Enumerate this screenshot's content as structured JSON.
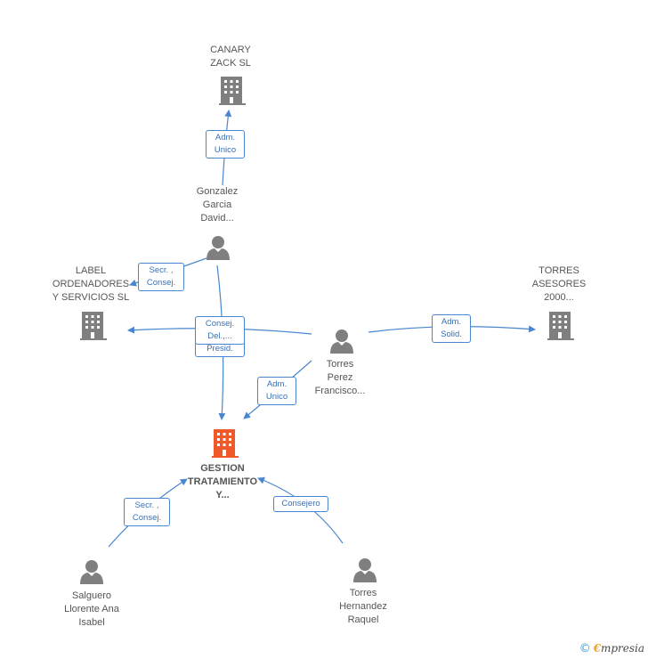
{
  "colors": {
    "edge": "#4a86d0",
    "icon_gray": "#7f7f7f",
    "icon_main": "#f05a28",
    "brand": "#f0a020"
  },
  "nodes": {
    "canary": {
      "label": "CANARY\nZACK SL",
      "kind": "building-icon"
    },
    "gonzalez": {
      "label": "Gonzalez\nGarcia\nDavid...",
      "kind": "person-icon"
    },
    "label_ord": {
      "label": "LABEL\nORDENADORES\nY SERVICIOS SL",
      "kind": "building-icon"
    },
    "torres_asesores": {
      "label": "TORRES\nASESORES\n2000...",
      "kind": "building-icon"
    },
    "torres_perez": {
      "label": "Torres\nPerez\nFrancisco...",
      "kind": "person-icon"
    },
    "gestion": {
      "label": "GESTION\nTRATAMIENTO\nY...",
      "kind": "building-icon"
    },
    "salguero": {
      "label": "Salguero\nLlorente Ana\nIsabel",
      "kind": "person-icon"
    },
    "torres_hernandez": {
      "label": "Torres\nHernandez\nRaquel",
      "kind": "person-icon"
    }
  },
  "edges": {
    "gonzalez_canary": "Adm.\nUnico",
    "gonzalez_label": "Secr. ,\nConsej.",
    "torres_label": "Consej.\nDel.,...",
    "gonzalez_gestion": "Presid.",
    "torres_asesores": "Adm.\nSolid.",
    "torres_gestion": "Adm.\nUnico",
    "salguero_gestion": "Secr. ,\nConsej.",
    "hernandez_gestion": "Consejero"
  },
  "footer": {
    "copyright": "©",
    "brand_first": "€",
    "brand_rest": "mpresia"
  }
}
